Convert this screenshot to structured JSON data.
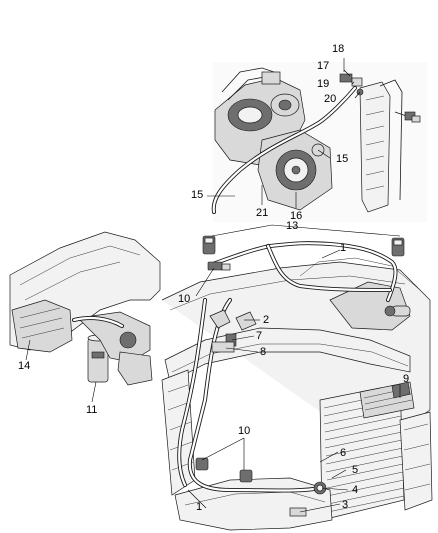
{
  "diagram": {
    "callouts": {
      "c18": "18",
      "c17": "17",
      "c19": "19",
      "c20": "20",
      "c15a": "15",
      "c15b": "15",
      "c21": "21",
      "c16": "16",
      "c13": "13",
      "c1a": "1",
      "c10a": "10",
      "c2": "2",
      "c7": "7",
      "c8": "8",
      "c14": "14",
      "c11": "11",
      "c9": "9",
      "c10b": "10",
      "c6": "6",
      "c5": "5",
      "c4": "4",
      "c3": "3",
      "c1b": "1"
    }
  }
}
